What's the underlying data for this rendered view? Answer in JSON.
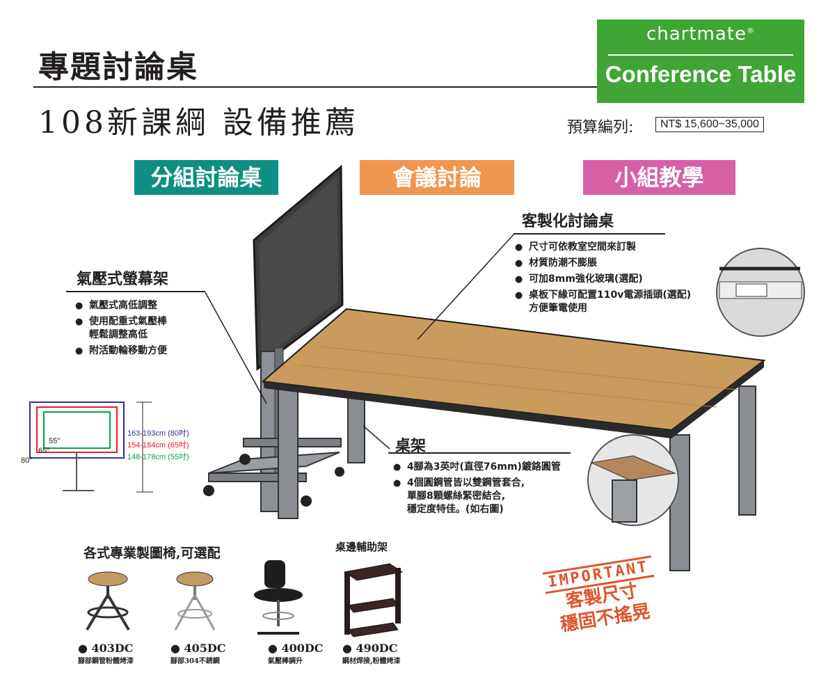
{
  "header": {
    "title": "專題討論桌",
    "brand": "chartmate",
    "brand_mark": "®",
    "brand_subtitle": "Conference Table",
    "subtitle": "108新課綱 設備推薦",
    "budget_label": "預算編列:",
    "budget_value": "NT$ 15,600~35,000"
  },
  "tags": [
    "分組討論桌",
    "會議討論",
    "小組教學"
  ],
  "custom_table": {
    "title": "客製化討論桌",
    "bullets": [
      "尺寸可依教室空間來訂製",
      "材質防潮不膨脹",
      "可加8mm強化玻璃(選配)",
      "桌板下緣可配置110v電源插頭(選配)\n方便筆電使用"
    ]
  },
  "screen_stand": {
    "title": "氣壓式螢幕架",
    "bullets": [
      "氣壓式高低調整",
      "使用配重式氣壓棒\n輕鬆調整高低",
      "附活動輪移動方便"
    ]
  },
  "screen_sizes": {
    "labels": [
      "55″",
      "65″",
      "80″"
    ],
    "heights": [
      "163-193cm (80吋)",
      "154-184cm (65吋)",
      "148-178cm (55吋)"
    ],
    "colors": [
      "#2e3192",
      "#ed1c24",
      "#00a651"
    ]
  },
  "table_frame": {
    "title": "桌架",
    "bullets": [
      "4腳為3英吋(直徑76mm)鍍鉻圓管",
      "4個圓鋼管皆以雙鋼管套合,\n單腳8顆螺絲緊密結合,\n穩定度特佳。(如右圖)"
    ]
  },
  "chairs": {
    "title": "各式專業製圖椅,可選配",
    "items": [
      {
        "code": "403DC",
        "desc": "腳部鋼管粉體烤漆"
      },
      {
        "code": "405DC",
        "desc": "腳部304不銹鋼"
      },
      {
        "code": "400DC",
        "desc": "氣壓棒調升"
      }
    ]
  },
  "cart": {
    "title": "桌邊輔助架",
    "code": "490DC",
    "desc": "鋼材焊接,粉體烤漆"
  },
  "stamp": {
    "head": "IMPORTANT",
    "line1": "客製尺寸",
    "line2": "穩固不搖晃",
    "color": "#e0532a"
  }
}
